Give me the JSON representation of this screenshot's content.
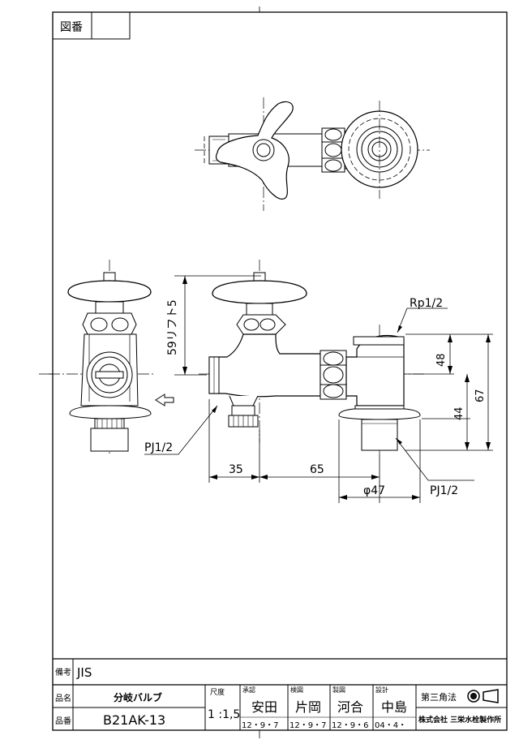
{
  "drawing_number_label": "図番",
  "dimensions": {
    "height_on_handle": "59リフト5",
    "thread_top": "Rp1/2",
    "d48": "48",
    "d67": "67",
    "d44": "44",
    "d35": "35",
    "d65": "65",
    "phi47": "φ47",
    "thread_bottom_left": "PJ1/2",
    "thread_bottom_right": "PJ1/2"
  },
  "remarks": {
    "label": "備考",
    "value": "JIS"
  },
  "title_block": {
    "name_label": "品名",
    "name_value": "分岐バルブ",
    "number_label": "品番",
    "number_value": "B21AK-13",
    "scale_label": "尺度",
    "scale_value": "1 :1,5",
    "approved_label": "承認",
    "approved_name": "安田",
    "approved_date": "12・9・7",
    "checked_label": "検図",
    "checked_name": "片岡",
    "checked_date": "12・9・7",
    "drawn_label": "製図",
    "drawn_name": "河合",
    "drawn_date": "12・9・6",
    "design_label": "設計",
    "design_name": "中島",
    "design_date": "04・4・",
    "projection_label": "第三角法",
    "company": "株式会社 三栄水栓製作所"
  }
}
